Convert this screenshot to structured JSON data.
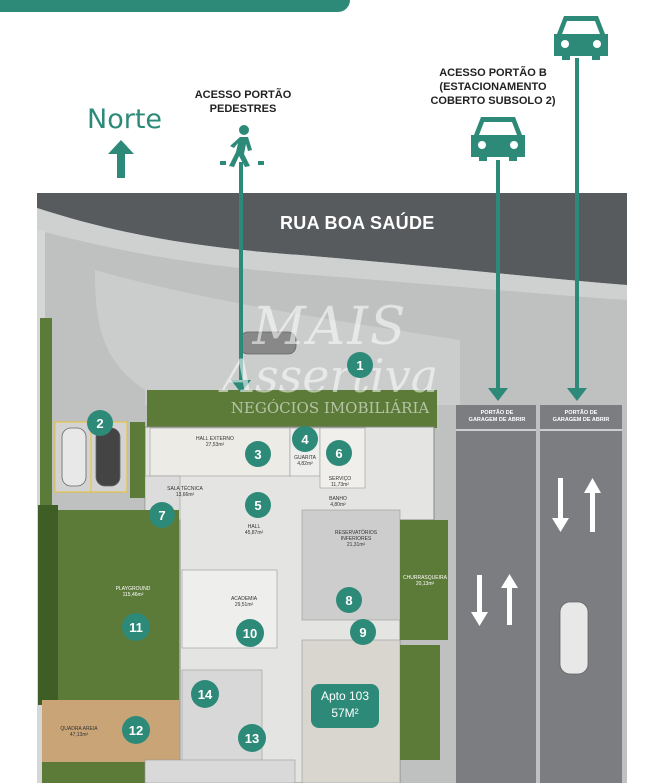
{
  "compass": {
    "label": "Norte"
  },
  "entrances": {
    "pedestrian": "ACESSO PORTÃO\nPEDESTRES",
    "gate_b": "ACESSO PORTÃO B\n(ESTACIONAMENTO\nCOBERTO SUBSOLO 2)"
  },
  "street": {
    "name": "RUA BOA SAÚDE"
  },
  "watermark": {
    "line1": "MAIS",
    "line2": "Assertiva",
    "line3": "NEGÓCIOS IMOBILIÁRIA"
  },
  "gates": {
    "left": "PORTÃO DE\nGARAGEM DE ABRIR",
    "right": "PORTÃO DE\nGARAGEM DE ABRIR"
  },
  "rooms": {
    "hall_externo": "HALL EXTERNO\n27,53m²",
    "guarita": "GUARITA\n4,82m²",
    "servico": "SERVIÇO\n11,73m²",
    "banho": "BANHO\n4,80m²",
    "sala_tecnica": "SALA TÉCNICA\n13,66m²",
    "hall": "HALL\n45,87m²",
    "reservatorios": "RESERVATÓRIOS\nINFERIORES\n21,31m²",
    "academia": "ACADEMIA\n29,51m²",
    "playground": "PLAYGROUND\n115,46m²",
    "churrasqueira": "CHURRASQUEIRA\n20,13m²",
    "quadra_areia": "QUADRA AREIA\n47,13m²"
  },
  "badges": [
    "1",
    "2",
    "3",
    "4",
    "5",
    "6",
    "7",
    "8",
    "9",
    "10",
    "11",
    "12",
    "13",
    "14"
  ],
  "apartment": {
    "name": "Apto 103",
    "area": "57M²"
  },
  "colors": {
    "accent": "#2e8a78",
    "street": "#585b5e",
    "grass": "#5f7d3a"
  }
}
